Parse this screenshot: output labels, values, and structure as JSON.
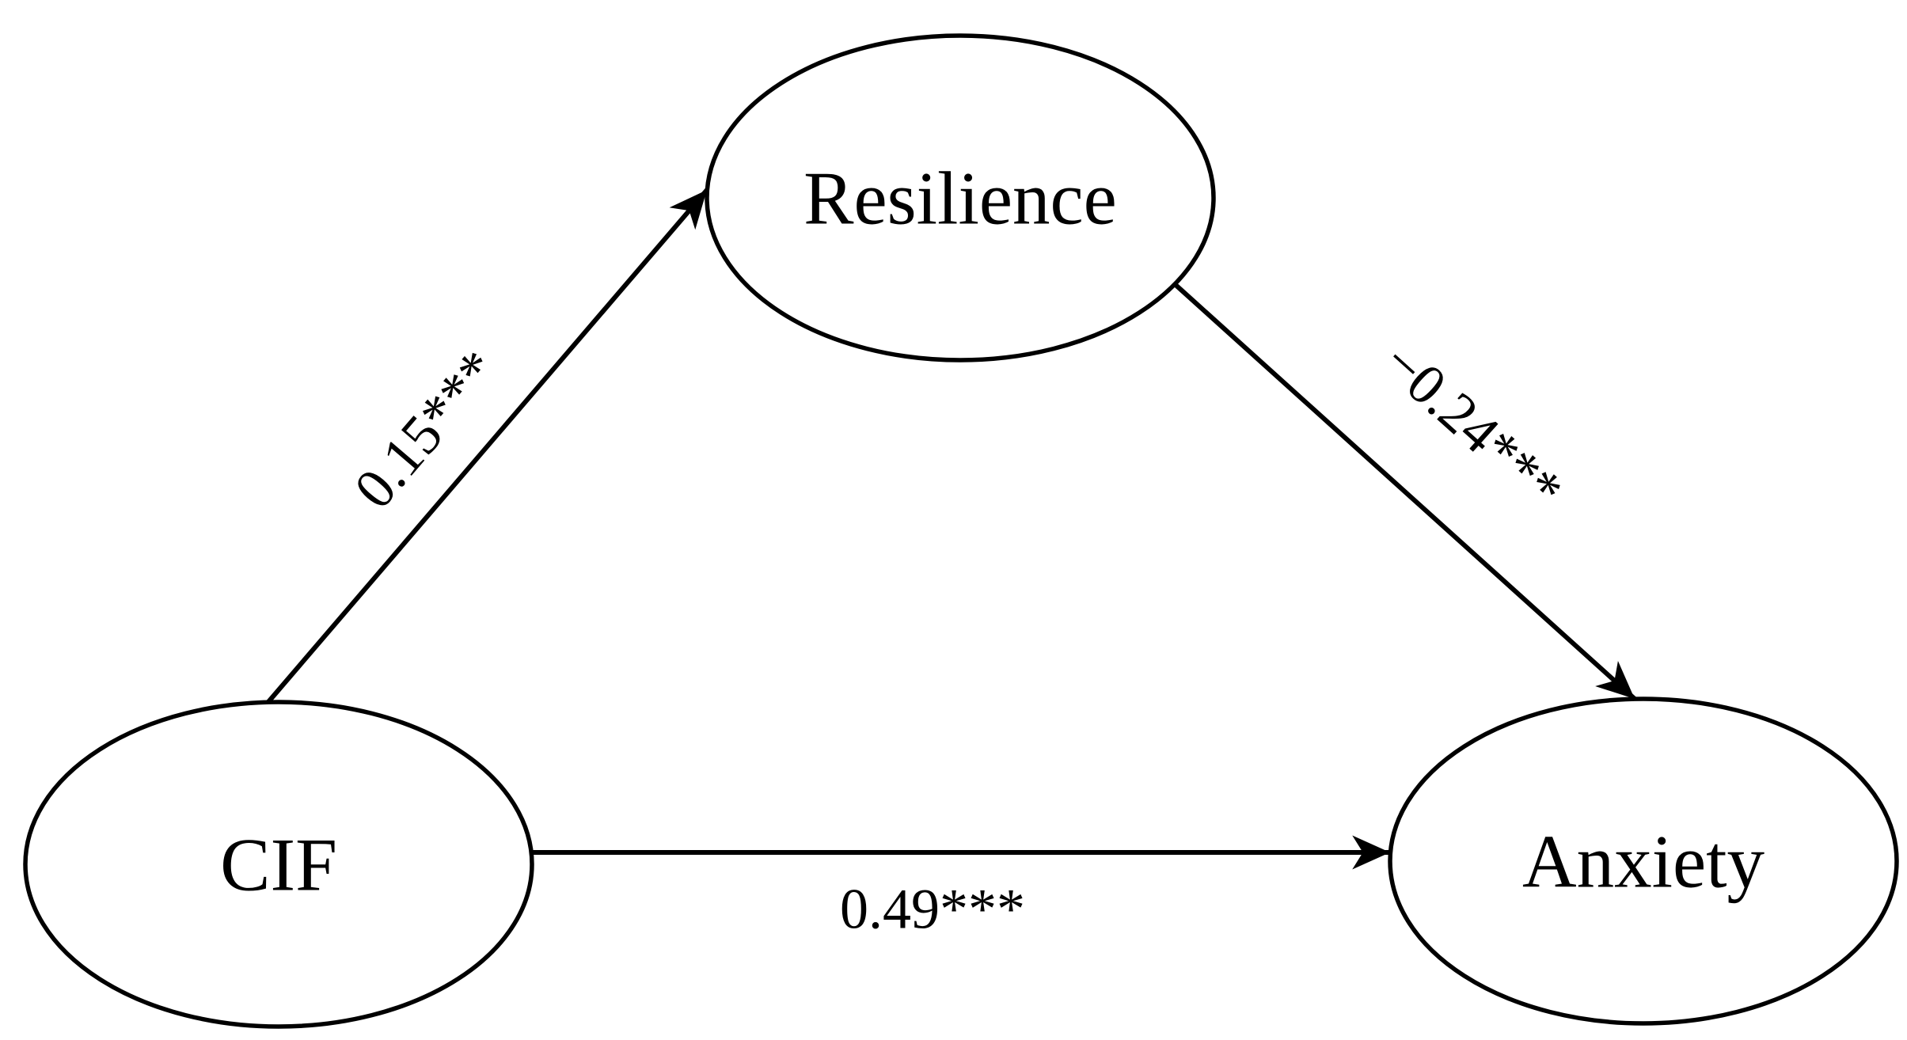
{
  "diagram": {
    "kind": "mediation-path-model",
    "background_color": "#ffffff",
    "line_color": "#000000",
    "text_color": "#000000"
  },
  "nodes": [
    {
      "id": "resilience",
      "label": "Resilience",
      "shape": "ellipse",
      "role": "mediator"
    },
    {
      "id": "cif",
      "label": "CIF",
      "shape": "ellipse",
      "role": "predictor"
    },
    {
      "id": "anxiety",
      "label": "Anxiety",
      "shape": "ellipse",
      "role": "outcome"
    }
  ],
  "edges": [
    {
      "from": "cif",
      "to": "resilience",
      "coefficient": 0.15,
      "significance": "***",
      "label": "0.15***"
    },
    {
      "from": "resilience",
      "to": "anxiety",
      "coefficient": -0.24,
      "significance": "***",
      "label": "−0.24***"
    },
    {
      "from": "cif",
      "to": "anxiety",
      "coefficient": 0.49,
      "significance": "***",
      "label": "0.49***"
    }
  ]
}
